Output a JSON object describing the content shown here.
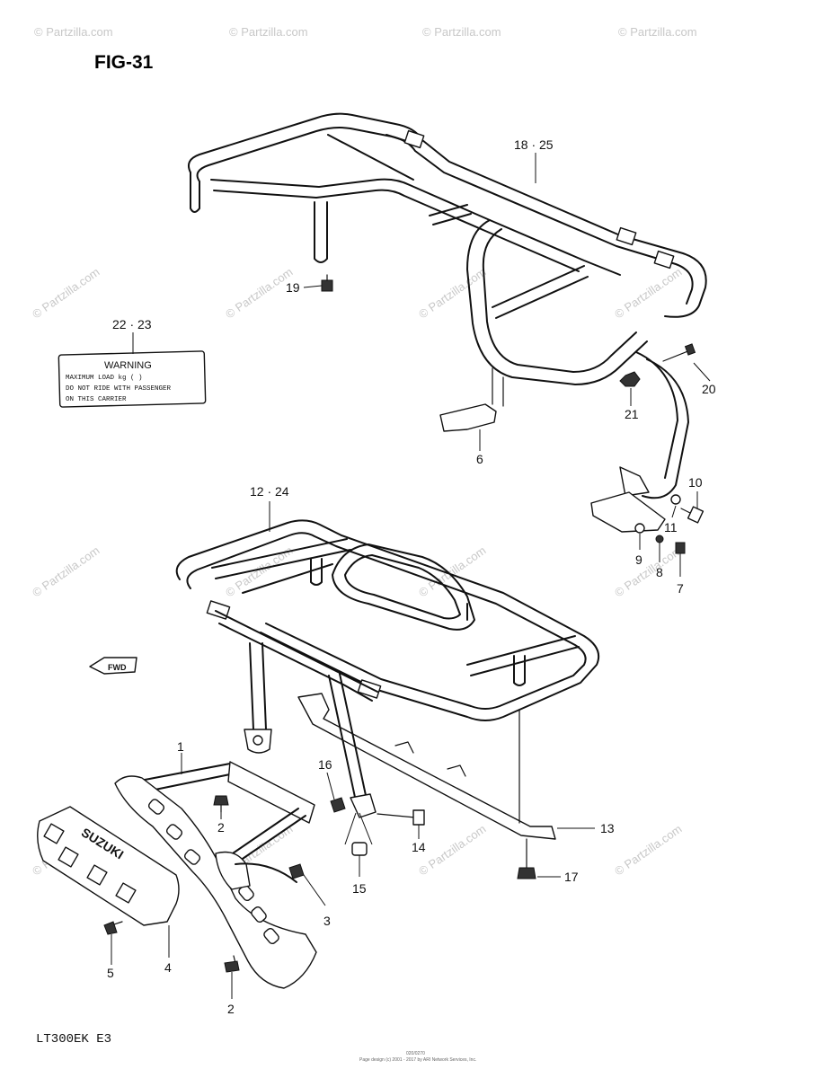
{
  "figure": {
    "title": "FIG-31",
    "model": "LT300EK  E3"
  },
  "watermark": {
    "text": "© Partzilla.com"
  },
  "warning_label": {
    "heading": "WARNING",
    "lines": [
      "MAXIMUM LOAD   kg (    )",
      "DO NOT RIDE WITH PASSENGER",
      "ON THIS CARRIER"
    ]
  },
  "direction_marker": {
    "text": "FWD"
  },
  "emblem": {
    "text": "SUZUKI"
  },
  "callouts": {
    "rear_carrier": "18 · 25",
    "warning_label": "22 · 23",
    "front_carrier": "12 · 24",
    "p1": "1",
    "p2_upper": "2",
    "p2_lower": "2",
    "p3": "3",
    "p4": "4",
    "p5": "5",
    "p6": "6",
    "p7": "7",
    "p8": "8",
    "p9": "9",
    "p10": "10",
    "p11": "11",
    "p13": "13",
    "p14": "14",
    "p15": "15",
    "p16": "16",
    "p17": "17",
    "p19": "19",
    "p20": "20",
    "p21": "21"
  },
  "footer": {
    "line1": "020/0270",
    "line2": "Page design (c) 2001 - 2017 by ARI Network Services, Inc."
  }
}
